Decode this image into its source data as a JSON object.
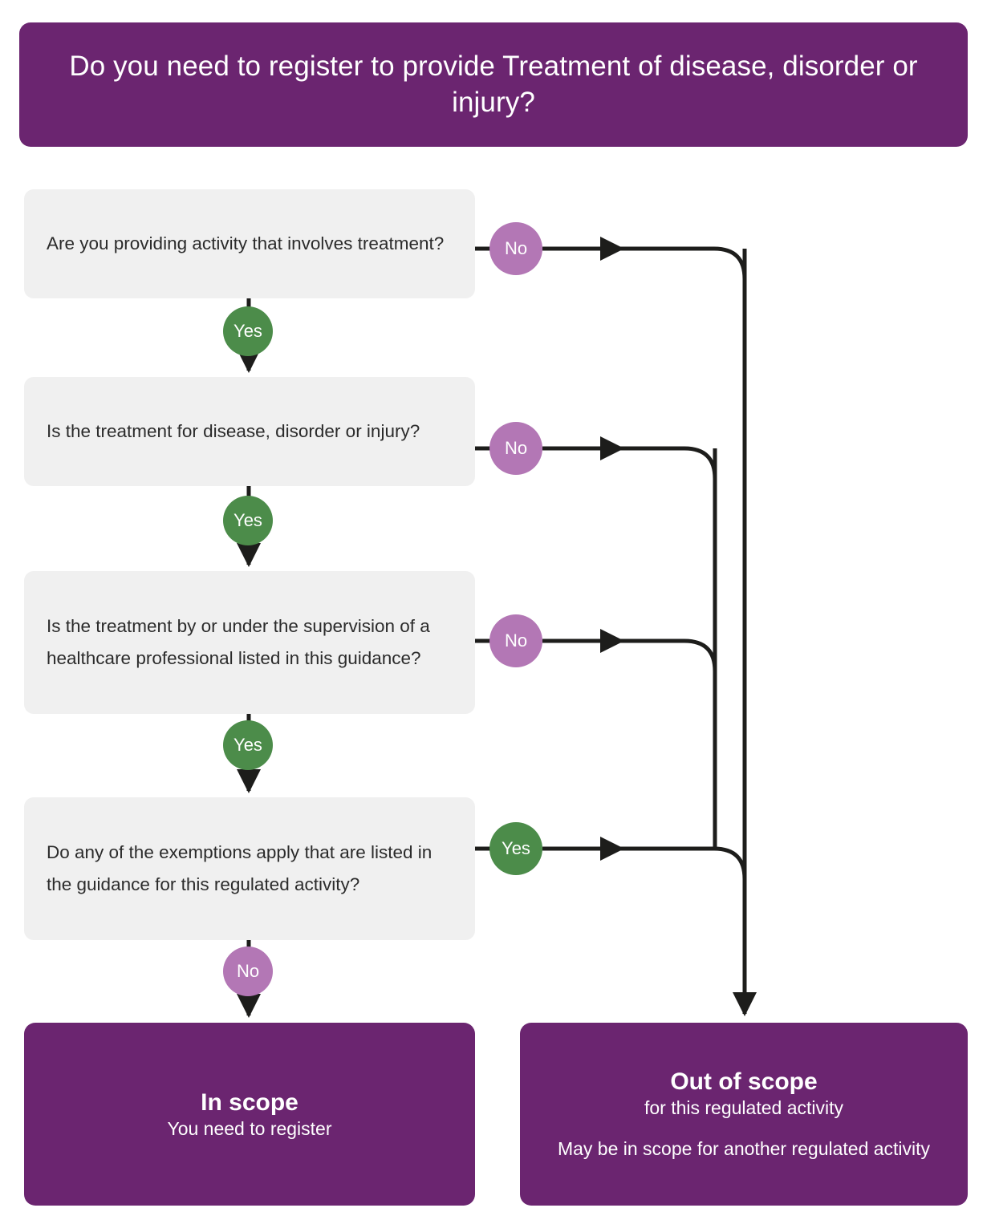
{
  "header": {
    "title": "Do you need to register to provide Treatment of disease, disorder or injury?"
  },
  "colors": {
    "brand_purple": "#6B2570",
    "decision_violet": "#B377B5",
    "decision_green": "#4C8C4A",
    "question_box_bg": "#F0F0F0",
    "connector": "#1d1d1b"
  },
  "questions": [
    {
      "id": "q1",
      "text": "Are you providing activity that involves treatment?"
    },
    {
      "id": "q2",
      "text": "Is the treatment for disease, disorder or injury?"
    },
    {
      "id": "q3",
      "text": "Is the treatment by or under the supervision of a healthcare professional listed in this guidance?"
    },
    {
      "id": "q4",
      "text": "Do any of the exemptions apply that are listed in the guidance for this regulated activity?"
    }
  ],
  "branch_labels": {
    "q1_right": "No",
    "q2_right": "No",
    "q3_right": "No",
    "q4_right": "Yes",
    "q1_down": "Yes",
    "q2_down": "Yes",
    "q3_down": "Yes",
    "q4_down": "No"
  },
  "outcomes": {
    "in_scope": {
      "title": "In scope",
      "subtitle": "You need to register"
    },
    "out_of_scope": {
      "title": "Out of scope",
      "subtitle": "for this regulated activity",
      "note": "May be in scope for another regulated activity"
    }
  }
}
